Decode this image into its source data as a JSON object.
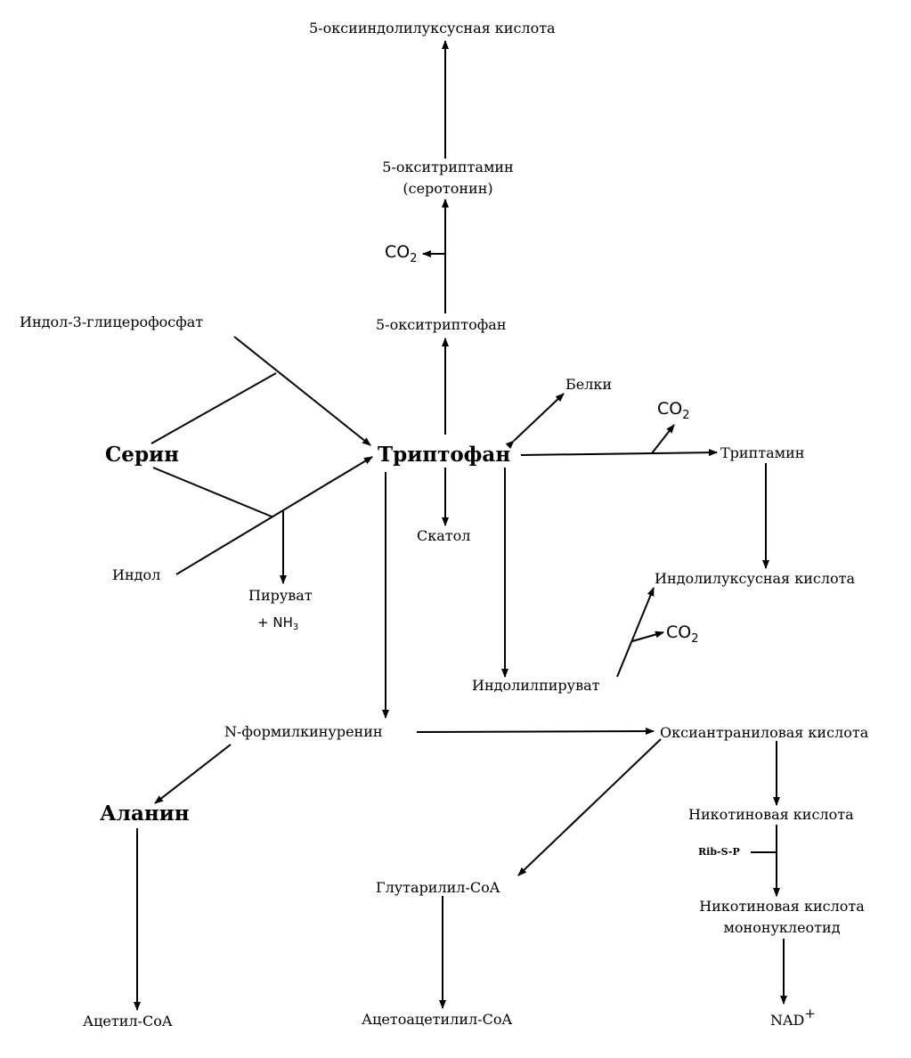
{
  "nodes": {
    "oxyindoleacetic": "5-оксииндолилуксусная кислота",
    "serotonin_line1": "5-окситриптамин",
    "serotonin_line2": "(серотонин)",
    "oxytryptophan": "5-окситриптофан",
    "indole_glycerophosphate": "Индол-3-глицерофосфат",
    "serine": "Серин",
    "tryptophan": "Триптофан",
    "proteins": "Белки",
    "tryptamine": "Триптамин",
    "indole": "Индол",
    "skatole": "Скатол",
    "pyruvate": "Пируват",
    "nh3_plus": "+",
    "nh3_base": "NH",
    "nh3_sub": "3",
    "indoleacetic": "Индолилуксусная кислота",
    "indolepyruvate": "Индолилпируват",
    "formylkynurenine": "N-формилкинуренин",
    "oxyanthranilic": "Оксиантраниловая кислота",
    "alanine": "Аланин",
    "nicotinic_acid": "Никотиновая кислота",
    "rib_s_p": "Rib-S-P",
    "glutaryl_coa": "Глутарилил-CoA",
    "nicotinic_mononucleotide_line1": "Никотиновая кислота",
    "nicotinic_mononucleotide_line2": "мононуклеотид",
    "acetyl_coa": "Ацетил-CoA",
    "acetoacetyl_coa": "Ацетоацетилил-CoA",
    "nad_base": "NAD",
    "nad_sup": "+"
  },
  "co2": {
    "base": "CO",
    "sub": "2"
  }
}
